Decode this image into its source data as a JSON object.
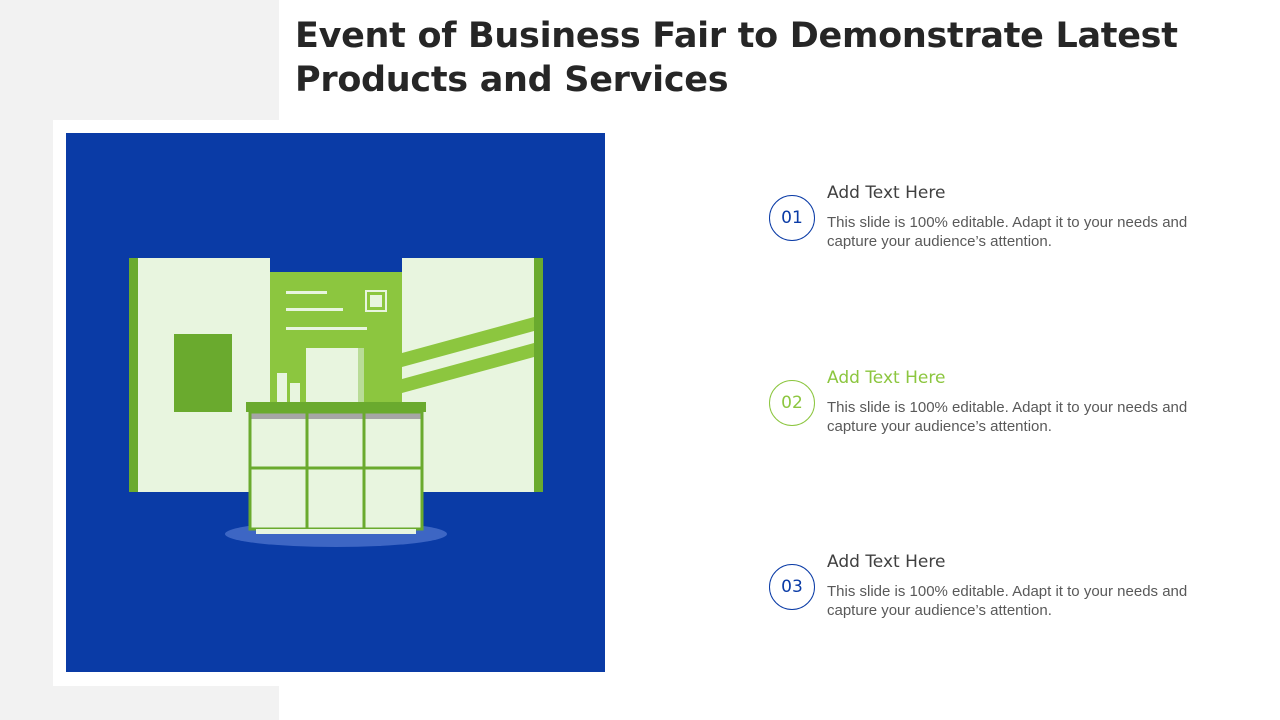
{
  "slide": {
    "title": "Event of Business Fair to Demonstrate Latest Products and Services"
  },
  "items": [
    {
      "number": "01",
      "heading": "Add Text Here",
      "body": "This slide is 100% editable. Adapt it to your needs and capture your audience’s attention."
    },
    {
      "number": "02",
      "heading": "Add Text Here",
      "body": "This slide is 100% editable. Adapt it to your needs and capture your audience’s attention."
    },
    {
      "number": "03",
      "heading": "Add Text Here",
      "body": "This slide is 100% editable. Adapt it to your needs and capture your audience’s attention."
    }
  ],
  "colors": {
    "background_blue": "#0a3ba6",
    "accent_green": "#8cc63f",
    "dark_green": "#6aaa2e",
    "pale_green": "#e8f5df",
    "title_text": "#262626",
    "body_text": "#595959"
  },
  "illustration": {
    "icon": "exhibition-booth-icon"
  }
}
